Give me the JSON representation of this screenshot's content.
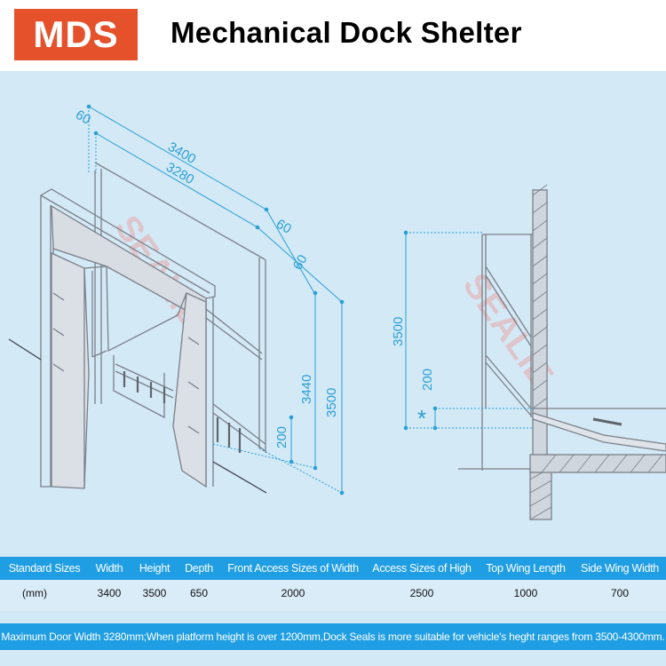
{
  "header": {
    "logo": "MDS",
    "title": "Mechanical Dock Shelter"
  },
  "drawing": {
    "dims_front": [
      "60",
      "3400",
      "3280",
      "60",
      "60",
      "3440",
      "3500",
      "200"
    ],
    "dims_side": [
      "3500",
      "200",
      "*"
    ],
    "watermark": "SEALIE"
  },
  "specs": {
    "headers": [
      "Standard Sizes",
      "Width",
      "Height",
      "Depth",
      "Front Access Sizes of Width",
      "Access Sizes of High",
      "Top Wing Length",
      "Side Wing Width"
    ],
    "values": [
      "(mm)",
      "3400",
      "3500",
      "650",
      "2000",
      "2500",
      "1000",
      "700"
    ]
  },
  "note": "Maximum Door Width 3280mm;When platform height is over 1200mm,Dock Seals is more suitable for vehicle's heght ranges from 3500-4300mm.",
  "colors": {
    "logo_bg": "#e4512b",
    "page_bg": "#d3e9f6",
    "header_band": "#1f9ee3",
    "dimension_text": "#2a9fd6"
  }
}
